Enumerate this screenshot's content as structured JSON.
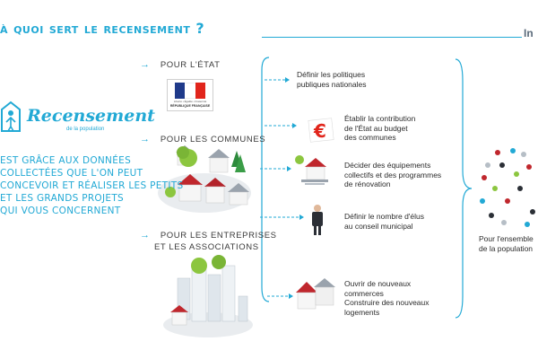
{
  "header": {
    "title": "à quoi sert le recensement ?",
    "logo_text": "In"
  },
  "brand": {
    "name": "Recensement",
    "subtitle": "de la population"
  },
  "intro": {
    "lines": [
      "EST GRÂCE AUX DONNÉES",
      "COLLECTÉES QUE L'ON PEUT",
      "CONCEVOIR ET RÉALISER LES PETITS",
      "ET LES GRANDS PROJETS",
      "QUI VOUS CONCERNENT"
    ]
  },
  "sections": {
    "etat": "POUR L'ÉTAT",
    "communes": "POUR LES COMMUNES",
    "entreprises_1": "POUR LES ENTREPRISES",
    "entreprises_2": "ET LES ASSOCIATIONS"
  },
  "flag": {
    "motto": "Liberté • Égalité • Fraternité",
    "label": "RÉPUBLIQUE FRANÇAISE",
    "colors": [
      "#1f3a8a",
      "#ffffff",
      "#e1251b"
    ]
  },
  "items": {
    "politiques": [
      "Définir les politiques",
      "publiques nationales"
    ],
    "contribution": [
      "Établir la contribution",
      "de l'État au budget",
      "des communes"
    ],
    "equipements": [
      "Décider des équipements",
      "collectifs et des programmes",
      "de rénovation"
    ],
    "elus": [
      "Définir le nombre d'élus",
      "au conseil municipal"
    ],
    "commerces": [
      "Ouvrir de nouveaux",
      "commerces",
      "Construire des nouveaux",
      "logements"
    ]
  },
  "population": {
    "lines": [
      "Pour l'ensemble",
      "de la population"
    ]
  },
  "euro_symbol": "€",
  "arrow_glyph": "→",
  "colors": {
    "accent": "#22a9d5",
    "euro": "#e1251b"
  }
}
